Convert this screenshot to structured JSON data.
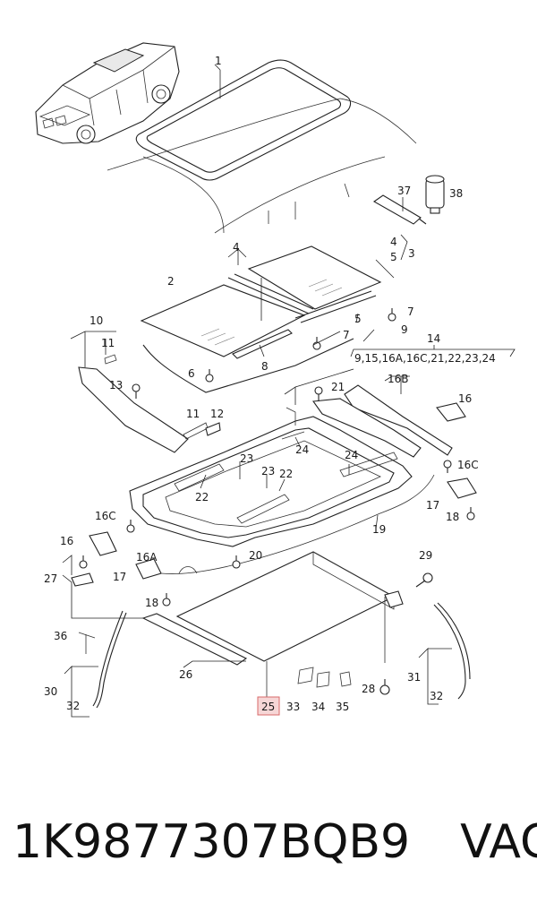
{
  "callouts": [
    "1",
    "2",
    "3",
    "4",
    "4",
    "5",
    "5",
    "6",
    "7",
    "7",
    "8",
    "9",
    "10",
    "11",
    "11",
    "12",
    "13",
    "14",
    "9,15,16A,16C,21,22,23,24",
    "16B",
    "16",
    "16C",
    "17",
    "18",
    "19",
    "20",
    "21",
    "22",
    "22",
    "23",
    "23",
    "24",
    "24",
    "16C",
    "16",
    "16A",
    "17",
    "18",
    "27",
    "29",
    "36",
    "26",
    "25",
    "33",
    "34",
    "35",
    "28",
    "30",
    "32",
    "31",
    "32",
    "37",
    "38"
  ],
  "highlighted_callout": "25",
  "caption": {
    "part_number": "1K9877307BQB9",
    "brand": "VAG"
  },
  "colors": {
    "highlight_fill": "#f6d6d6",
    "highlight_stroke": "#d86a6a"
  }
}
